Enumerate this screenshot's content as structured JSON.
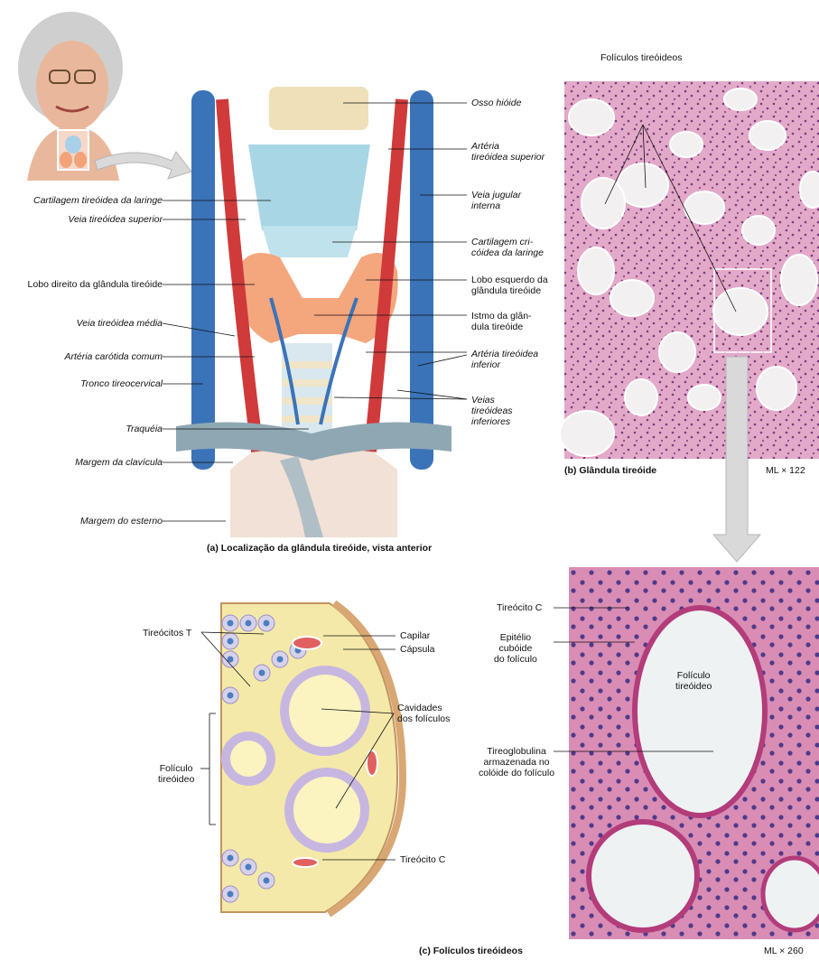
{
  "panel_a": {
    "caption": "(a) Localização da glândula tireóide, vista anterior",
    "left_labels": [
      "Cartilagem tireóidea da laringe",
      "Veia tireóidea superior",
      "Lobo direito da glândula tireóide",
      "Veia tireóidea média",
      "Artéria carótida comum",
      "Tronco tireocervical",
      "Traquéia",
      "Margem da clavícula",
      "Margem do esterno"
    ],
    "right_labels": [
      "Osso hióide",
      "Artéria\ntireóidea superior",
      "Veia jugular\ninterna",
      "Cartilagem cri-\ncóidea da laringe",
      "Lobo esquerdo da\nglândula tireóide",
      "Istmo da glân-\ndula tireóide",
      "Artéria tireóidea\ninferior",
      "Veias\ntireóideas\ninferiores"
    ]
  },
  "panel_b": {
    "top_label": "Folículos tireóideos",
    "caption": "(b) Glândula tireóide",
    "magnification": "ML × 122"
  },
  "panel_c_drawing": {
    "caption": "(c) Folículos tireóideos",
    "labels": [
      "Tireócitos T",
      "Capilar",
      "Cápsula",
      "Cavidades\ndos folículos",
      "Folículo\ntireóideo",
      "Tireócito C"
    ]
  },
  "panel_c_micro": {
    "labels": [
      "Tireócito C",
      "Epitélio\ncubóide\ndo folículo",
      "Tireoglobulina\narmazenada no\ncolóide do folículo"
    ],
    "inner_label": "Folículo\ntireóideo",
    "magnification": "ML × 260"
  }
}
